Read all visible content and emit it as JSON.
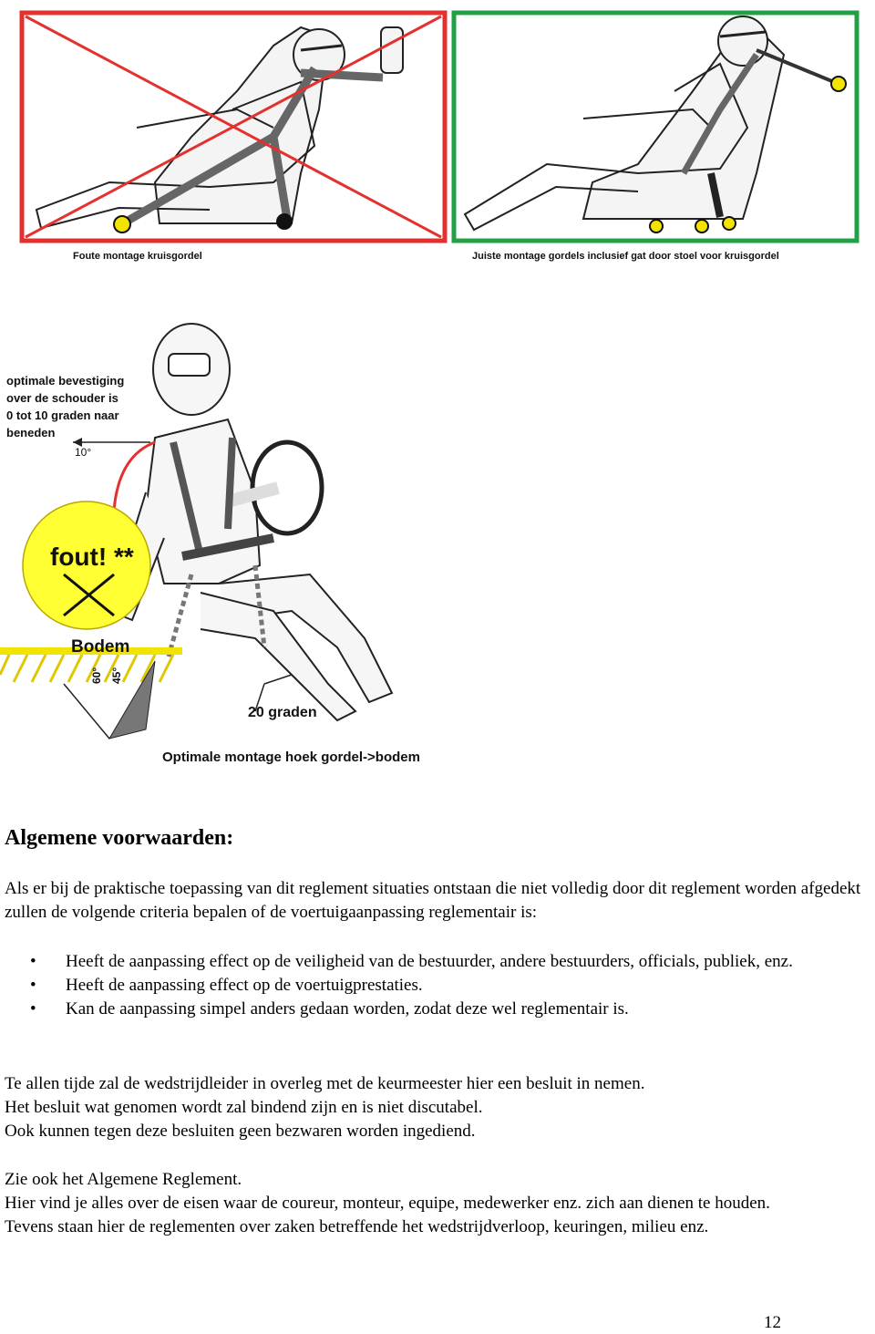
{
  "figures": {
    "wrong_caption": "Foute montage kruisgordel",
    "right_caption": "Juiste montage gordels inclusief gat door stoel voor kruisgordel",
    "shoulder_note": [
      "optimale bevestiging",
      "over de schouder is",
      "0 tot 10 graden naar",
      "beneden"
    ],
    "angle_10": "10°",
    "fout_label": "fout! **",
    "bodem_label": "Bodem",
    "angle_60": "60°",
    "angle_45": "45°",
    "graden_label": "20 graden",
    "bottom_caption": "Optimale montage hoek gordel->bodem"
  },
  "heading": "Algemene voorwaarden:",
  "intro": "Als er bij de praktische toepassing van dit reglement situaties ontstaan die niet volledig door dit reglement worden afgedekt zullen de volgende criteria bepalen of de voertuigaanpassing reglementair is:",
  "bullets": [
    "Heeft de aanpassing effect op de veiligheid van de bestuurder, andere bestuurders, officials, publiek, enz.",
    "Heeft de aanpassing effect op de voertuigprestaties.",
    "Kan de aanpassing simpel anders gedaan worden, zodat deze wel reglementair is."
  ],
  "paragraph2": [
    "Te allen tijde zal de wedstrijdleider in overleg met de keurmeester hier een besluit in nemen.",
    "Het besluit wat genomen wordt zal bindend zijn en is niet discutabel.",
    "Ook kunnen tegen deze besluiten geen bezwaren worden ingediend."
  ],
  "paragraph3": [
    "Zie ook het Algemene Reglement.",
    "Hier vind je alles over de eisen waar de coureur, monteur, equipe, medewerker enz. zich aan dienen te houden.",
    "Tevens staan hier de reglementen over zaken betreffende het wedstrijdverloop, keuringen, milieu enz."
  ],
  "page_number": "12",
  "colors": {
    "wrong": "#e53030",
    "right": "#22a045",
    "highlight": "#ffff33",
    "crash_marker": "#f2e300"
  }
}
